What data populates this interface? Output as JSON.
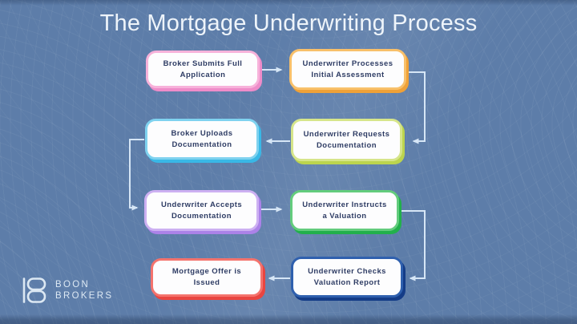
{
  "title": "The Mortgage Underwriting Process",
  "flow": {
    "boxes": [
      {
        "id": "broker-submits",
        "label": "Broker Submits Full Application",
        "accent": "#ee8cc9"
      },
      {
        "id": "underwriter-processes",
        "label": "Underwriter Processes Initial Assessment",
        "accent": "#efa137"
      },
      {
        "id": "underwriter-requests",
        "label": "Underwriter Requests Documentation",
        "accent": "#bcd44e"
      },
      {
        "id": "broker-uploads",
        "label": "Broker Uploads Documentation",
        "accent": "#39b8e6"
      },
      {
        "id": "underwriter-accepts",
        "label": "Underwriter Accepts Documentation",
        "accent": "#ab82e8"
      },
      {
        "id": "underwriter-instructs",
        "label": "Underwriter Instructs a Valuation",
        "accent": "#22b04b"
      },
      {
        "id": "underwriter-checks",
        "label": "Underwriter Checks Valuation Report",
        "accent": "#143c87"
      },
      {
        "id": "mortgage-offer",
        "label": "Mortgage Offer is Issued",
        "accent": "#e94540"
      }
    ],
    "connections": [
      {
        "from": "broker-submits",
        "to": "underwriter-processes"
      },
      {
        "from": "underwriter-processes",
        "to": "underwriter-requests"
      },
      {
        "from": "underwriter-requests",
        "to": "broker-uploads"
      },
      {
        "from": "broker-uploads",
        "to": "underwriter-accepts"
      },
      {
        "from": "underwriter-accepts",
        "to": "underwriter-instructs"
      },
      {
        "from": "underwriter-instructs",
        "to": "underwriter-checks"
      },
      {
        "from": "underwriter-checks",
        "to": "mortgage-offer"
      }
    ]
  },
  "logo": {
    "line1": "BOON",
    "line2": "BROKERS",
    "mark_icon": "double-b-monogram"
  },
  "colors": {
    "background": "#5d7da9",
    "title_text": "#eef4fa",
    "box_fill": "#fdfdfe",
    "box_text": "#2e3c64",
    "arrow": "#d6e6f6",
    "logo_text": "#dce8f3"
  }
}
